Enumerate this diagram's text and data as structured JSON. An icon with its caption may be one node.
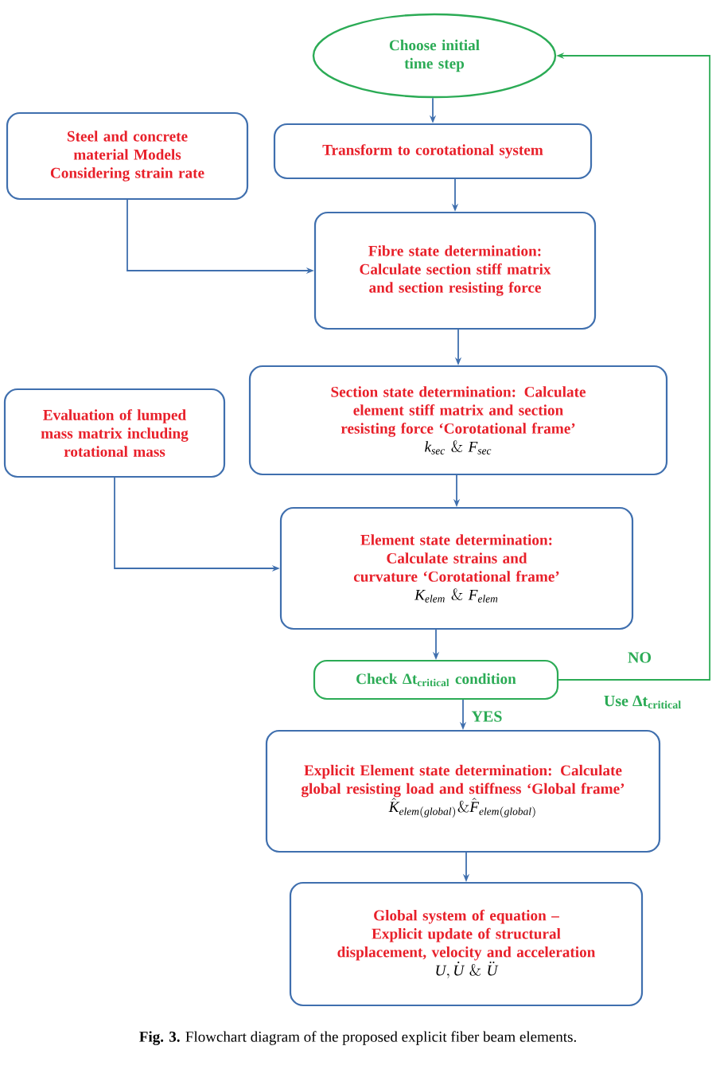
{
  "diagram": {
    "caption": "**Fig. 3.** Flowchart diagram of the proposed explicit fiber beam elements.",
    "nodes": [
      {
        "text": [
          "Choose initial time step"
        ]
      },
      {
        "text": [
          "Transform to corotational system"
        ]
      },
      {
        "text": [
          "Steel and concrete material Models Considering strain rate"
        ]
      },
      {
        "text": [
          "Fibre state determination: Calculate section stiff matrix and section resisting force"
        ]
      },
      {
        "text": [
          "Section state determination: Calculate element stiff matrix and section resisting force ‘Corotational frame’",
          "k_{sec}\\ \\&\\ F_{sec}"
        ]
      },
      {
        "text": [
          "Evaluation of lumped mass matrix including rotational mass"
        ]
      },
      {
        "text": [
          "Element state determination: Calculate strains and curvature ‘Corotational frame’",
          "K_{elem}\\ \\&\\ F_{elem}"
        ]
      },
      {
        "text": [
          "Check Δt$_{critical}$ condition"
        ]
      },
      {
        "text": [
          "Explicit Element state determination: Calculate global resisting load and stiffness ‘Global frame’",
          "\\hat{K}_{elem(global)}\\&\\hat{F}_{elem(global)}"
        ]
      },
      {
        "text": [
          "Global system of equation – Explicit update of structural displacement, velocity and acceleration",
          "U,\\dot{U}\\ \\&\\ \\ddot{U}"
        ]
      }
    ],
    "edges": [
      {
        "from": 0,
        "to": 1,
        "arrow": "to"
      },
      {
        "from": 1,
        "to": 3,
        "arrow": "to"
      },
      {
        "from": 2,
        "to": 3,
        "arrow": "to"
      },
      {
        "from": 3,
        "to": 4,
        "arrow": "to"
      },
      {
        "from": 4,
        "to": 6,
        "arrow": "to"
      },
      {
        "from": 5,
        "to": 6,
        "arrow": "to"
      },
      {
        "from": 6,
        "to": 7,
        "arrow": "to"
      },
      {
        "from": 7,
        "to": 8,
        "arrow": "to",
        "label": "YES"
      },
      {
        "from": 8,
        "to": 9,
        "arrow": "to"
      },
      {
        "from": 7,
        "to": 0,
        "arrow": "to",
        "label": "NO",
        "color": "#2bab55"
      }
    ],
    "labels": [
      "Use Δt$_{critical}$"
    ]
  }
}
